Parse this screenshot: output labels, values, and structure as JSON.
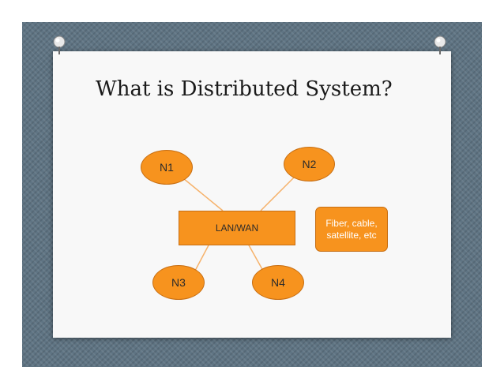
{
  "slide": {
    "title": "What is Distributed System?"
  },
  "diagram": {
    "hub": "LAN/WAN",
    "nodes": {
      "n1": "N1",
      "n2": "N2",
      "n3": "N3",
      "n4": "N4"
    },
    "note_line1": "Fiber, cable,",
    "note_line2": "satellite, etc"
  },
  "colors": {
    "node_fill": "#f7931e",
    "link_stroke": "#f6b26b",
    "frame": "#5f7483"
  },
  "icons": [
    "pushpin-icon",
    "pushpin-icon"
  ]
}
